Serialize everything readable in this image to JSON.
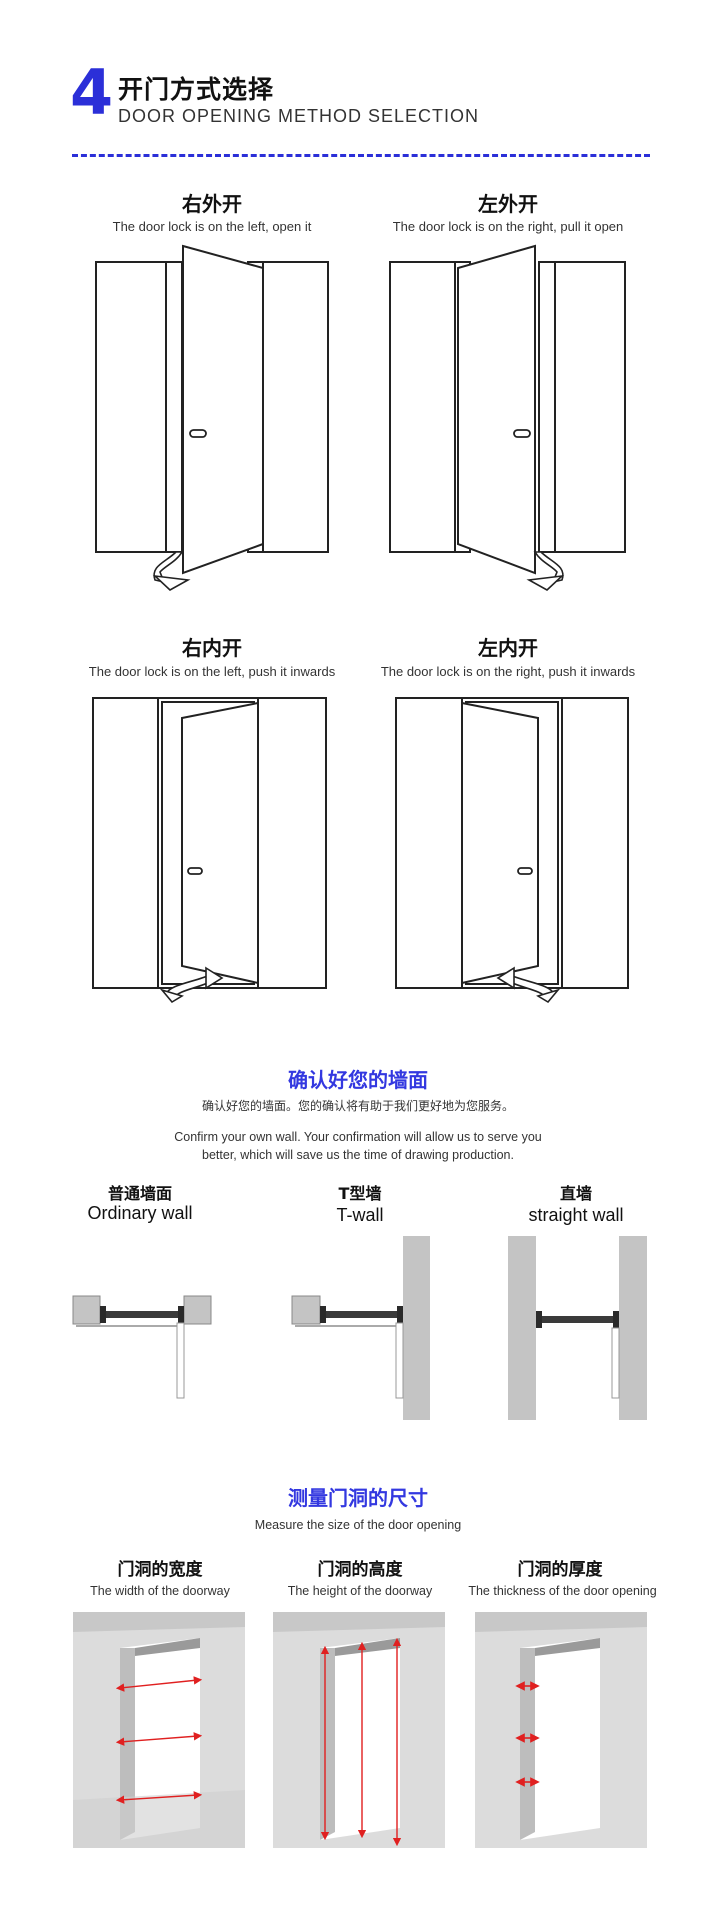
{
  "header": {
    "number": "4",
    "title_cn": "开门方式选择",
    "title_en": "DOOR OPENING METHOD SELECTION"
  },
  "opening_methods": [
    {
      "cn": "右外开",
      "en": "The door lock is on the left, open it"
    },
    {
      "cn": "左外开",
      "en": "The door lock is on the right, pull it open"
    },
    {
      "cn": "右内开",
      "en": "The door lock is on the left, push it inwards"
    },
    {
      "cn": "左内开",
      "en": "The door lock is on the right, push it inwards"
    }
  ],
  "wall_section": {
    "title": "确认好您的墙面",
    "subtitle_cn": "确认好您的墙面。您的确认将有助于我们更好地为您服务。",
    "subtitle_en_line1": "Confirm your own wall. Your confirmation will allow us to serve you",
    "subtitle_en_line2": "better, which will save us the time of drawing production.",
    "walls": [
      {
        "cn": "普通墙面",
        "en": "Ordinary wall"
      },
      {
        "cn": "T型墙",
        "en": "T-wall"
      },
      {
        "cn": "直墙",
        "en": "straight wall"
      }
    ]
  },
  "measure_section": {
    "title": "测量门洞的尺寸",
    "subtitle": "Measure the size of the door opening",
    "items": [
      {
        "cn": "门洞的宽度",
        "en": "The width of the doorway"
      },
      {
        "cn": "门洞的高度",
        "en": "The height of the doorway"
      },
      {
        "cn": "门洞的厚度",
        "en": "The thickness of the door opening"
      }
    ]
  },
  "colors": {
    "accent": "#2b2fd8",
    "title_blue": "#3338e0",
    "arrow_red": "#e02020",
    "wall_grey": "#c4c4c4"
  }
}
